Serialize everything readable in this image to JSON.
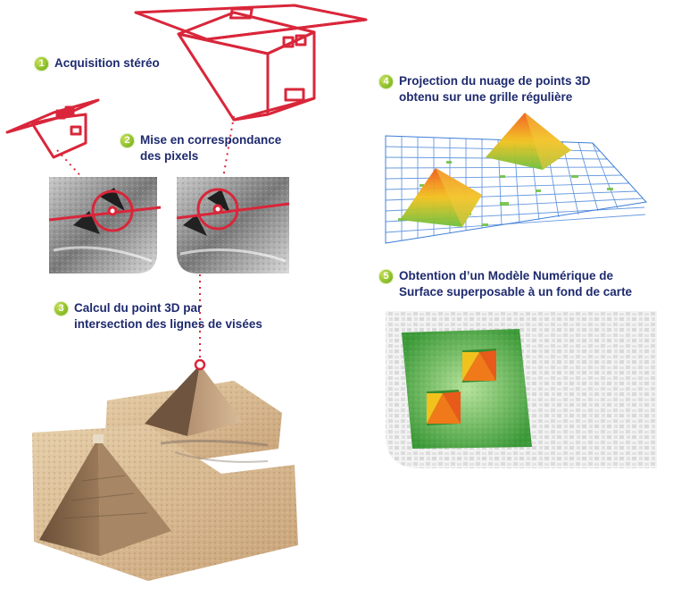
{
  "steps": [
    {
      "number": "1",
      "lines": [
        "Acquisition stéréo"
      ]
    },
    {
      "number": "2",
      "lines": [
        "Mise en correspondance",
        "des pixels"
      ]
    },
    {
      "number": "3",
      "lines": [
        "Calcul du point 3D par",
        "intersection des lignes de visées"
      ]
    },
    {
      "number": "4",
      "lines": [
        "Projection du nuage de points 3D",
        "obtenu sur une grille régulière"
      ]
    },
    {
      "number": "5",
      "lines": [
        "Obtention d’un Modèle Numérique de",
        "Surface superposable à un fond de carte"
      ]
    }
  ],
  "colors": {
    "heading": "#1e2a6e",
    "badge": "#8cbf2a",
    "satellite": "#d9263a",
    "grid": "#3f7fd8",
    "cloud_hot": "#f07a1a",
    "cloud_mid": "#f2d21c",
    "cloud_low": "#6bbf3c",
    "dsm_green": "#4caf3f",
    "sand": "#d7b68a",
    "pyramid": "#8a6a4c"
  },
  "icons": [
    "satellite-large-icon",
    "satellite-small-icon",
    "target-circle-icon",
    "3d-point-icon"
  ]
}
